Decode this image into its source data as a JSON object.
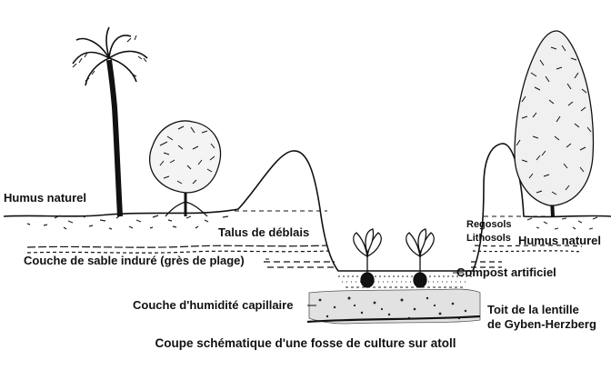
{
  "labels": {
    "humus_left": "Humus naturel",
    "talus": "Talus de déblais",
    "couche_sable": "Couche de sable induré (grès de plage)",
    "regosols": "Regosols",
    "lithosols": "Lithosols",
    "humus_right": "Humus naturel",
    "compost": "Compost artificiel",
    "humidite": "Couche d'humidité capillaire",
    "toit_line1": "Toit de la lentille",
    "toit_line2": "de Gyben-Herzberg"
  },
  "caption": "Coupe schématique d'une fosse de culture sur atoll"
}
